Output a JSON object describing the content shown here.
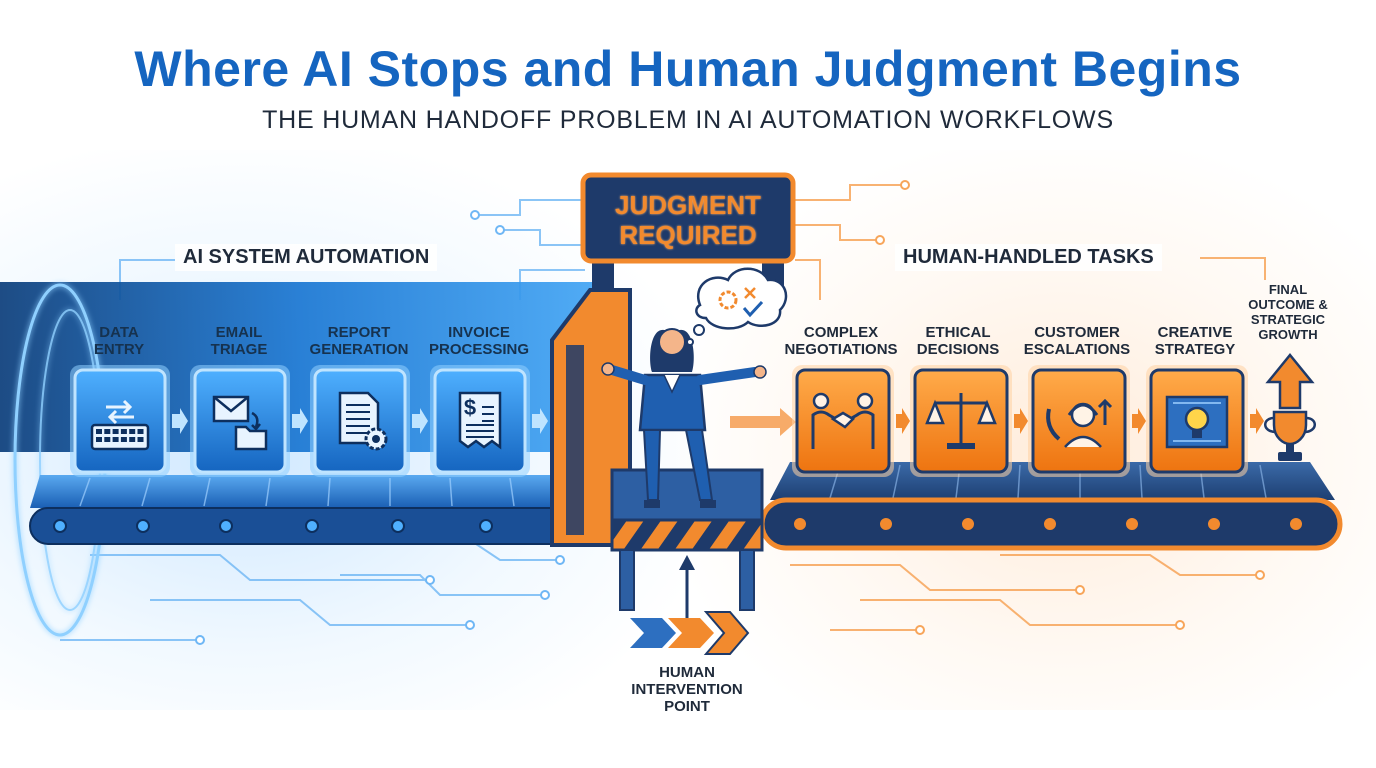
{
  "header": {
    "title": "Where AI Stops and Human Judgment Begins",
    "subtitle": "THE HUMAN HANDOFF PROBLEM IN AI AUTOMATION WORKFLOWS"
  },
  "ai_section": {
    "label": "AI SYSTEM AUTOMATION",
    "tasks": [
      {
        "line1": "DATA",
        "line2": "ENTRY",
        "icon": "keyboard-icon"
      },
      {
        "line1": "EMAIL",
        "line2": "TRIAGE",
        "icon": "email-folder-icon"
      },
      {
        "line1": "REPORT",
        "line2": "GENERATION",
        "icon": "report-gear-icon"
      },
      {
        "line1": "INVOICE",
        "line2": "PROCESSING",
        "icon": "invoice-dollar-icon"
      }
    ]
  },
  "gate": {
    "sign_line1": "JUDGMENT",
    "sign_line2": "REQUIRED"
  },
  "handoff": {
    "line1": "HUMAN",
    "line2": "INTERVENTION",
    "line3": "POINT"
  },
  "human_section": {
    "label": "HUMAN-HANDLED TASKS",
    "tasks": [
      {
        "line1": "COMPLEX",
        "line2": "NEGOTIATIONS",
        "icon": "handshake-icon"
      },
      {
        "line1": "ETHICAL",
        "line2": "DECISIONS",
        "icon": "scales-icon"
      },
      {
        "line1": "CUSTOMER",
        "line2": "ESCALATIONS",
        "icon": "headset-agent-icon"
      },
      {
        "line1": "CREATIVE",
        "line2": "STRATEGY",
        "icon": "lightbulb-blueprint-icon"
      }
    ]
  },
  "final": {
    "line1": "FINAL",
    "line2": "OUTCOME &",
    "line3": "STRATEGIC",
    "line4": "GROWTH",
    "icon": "trophy-arrow-icon"
  },
  "colors": {
    "ai_blue": "#1e88e5",
    "ai_blue_dark": "#0d47a1",
    "human_orange": "#f28a2e",
    "title_blue": "#1565c0",
    "text_dark": "#1f2a3a"
  }
}
